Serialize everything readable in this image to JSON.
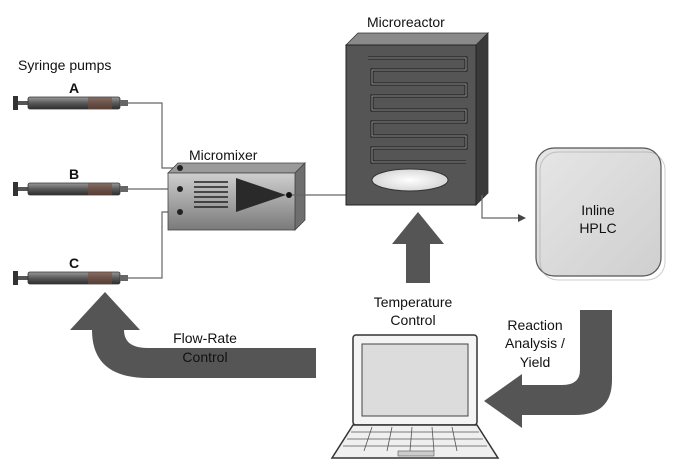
{
  "labels": {
    "syringe_pumps": "Syringe pumps",
    "pump_a": "A",
    "pump_b": "B",
    "pump_c": "C",
    "micromixer": "Micromixer",
    "microreactor": "Microreactor",
    "hplc_line1": "Inline",
    "hplc_line2": "HPLC",
    "temperature_line1": "Temperature",
    "temperature_line2": "Control",
    "flowrate_line1": "Flow-Rate",
    "flowrate_line2": "Control",
    "analysis_line1": "Reaction",
    "analysis_line2": "Analysis /",
    "analysis_line3": "Yield"
  },
  "colors": {
    "arrow_fill": "#555555",
    "device_dark": "#4a4a4a",
    "hplc_fill": "#dcdcdc",
    "line": "#666666"
  }
}
